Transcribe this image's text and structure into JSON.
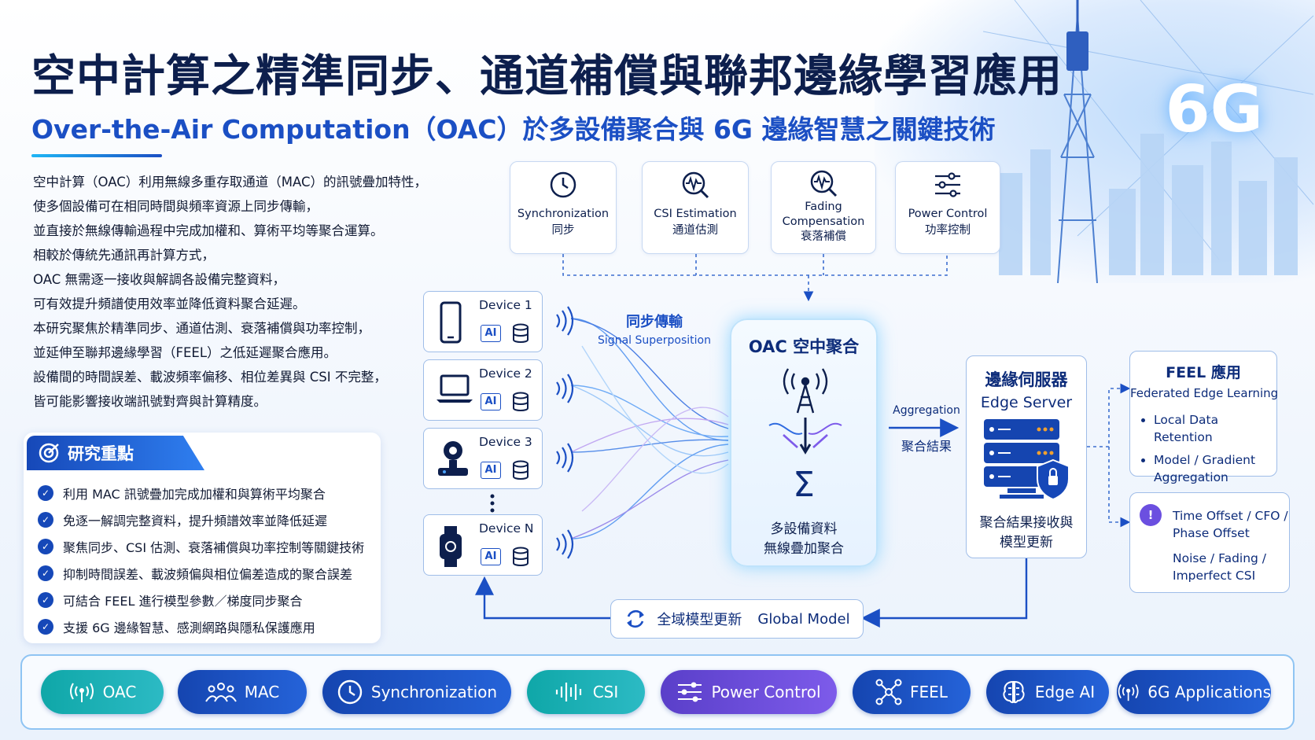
{
  "header": {
    "title": "空中計算之精準同步、通道補償與聯邦邊緣學習應用",
    "subtitle": "Over-the-Air Computation（OAC）於多設備聚合與 6G 邊緣智慧之關鍵技術",
    "badge_6g": "6G"
  },
  "intro": {
    "lines": [
      "空中計算（OAC）利用無線多重存取通道（MAC）的訊號疊加特性，",
      "使多個設備可在相同時間與頻率資源上同步傳輸，",
      "並直接於無線傳輸過程中完成加權和、算術平均等聚合運算。",
      "相較於傳統先通訊再計算方式，",
      "OAC 無需逐一接收與解調各設備完整資料，",
      "可有效提升頻譜使用效率並降低資料聚合延遲。",
      "本研究聚焦於精準同步、通道估測、衰落補償與功率控制，",
      "並延伸至聯邦邊緣學習（FEEL）之低延遲聚合應用。",
      "設備間的時間誤差、載波頻率偏移、相位差異與 CSI 不完整，",
      "皆可能影響接收端訊號對齊與計算精度。"
    ]
  },
  "focus": {
    "title": "研究重點",
    "items": [
      "利用 MAC 訊號疊加完成加權和與算術平均聚合",
      "免逐一解調完整資料，提升頻譜效率並降低延遲",
      "聚焦同步、CSI 估測、衰落補償與功率控制等關鍵技術",
      "抑制時間誤差、載波頻偏與相位偏差造成的聚合誤差",
      "可結合 FEEL 進行模型參數／梯度同步聚合",
      "支援 6G 邊緣智慧、感測網路與隱私保護應用"
    ]
  },
  "techniques": [
    {
      "en": "Synchronization",
      "zh": "同步",
      "icon": "clock-icon"
    },
    {
      "en": "CSI Estimation",
      "zh": "通道估測",
      "icon": "waveform-search-icon"
    },
    {
      "en": "Fading",
      "en2": "Compensation",
      "zh": "衰落補償",
      "icon": "waveform-search-icon"
    },
    {
      "en": "Power Control",
      "zh": "功率控制",
      "icon": "sliders-icon"
    }
  ],
  "devices": [
    {
      "name": "Device 1",
      "icon": "smartphone-icon",
      "ai": "AI"
    },
    {
      "name": "Device 2",
      "icon": "laptop-icon",
      "ai": "AI"
    },
    {
      "name": "Device 3",
      "icon": "sensor-icon",
      "ai": "AI"
    },
    {
      "name": "Device N",
      "icon": "smartwatch-icon",
      "ai": "AI"
    }
  ],
  "signal": {
    "zh": "同步傳輸",
    "en": "Signal Superposition"
  },
  "oac": {
    "title": "OAC 空中聚合",
    "symbol": "Σ",
    "line1": "多設備資料",
    "line2": "無線疊加聚合"
  },
  "aggregation": {
    "en": "Aggregation",
    "zh": "聚合結果"
  },
  "edge": {
    "zh": "邊緣伺服器",
    "en": "Edge Server",
    "line1": "聚合結果接收與",
    "line2": "模型更新"
  },
  "feel": {
    "title": "FEEL 應用",
    "subtitle": "Federated Edge Learning",
    "item1": "Local Data Retention",
    "item2a": "Model / Gradient",
    "item2b": "Aggregation"
  },
  "issues": {
    "line1": "Time Offset / CFO /",
    "line2": "Phase Offset",
    "line3": "Noise / Fading /",
    "line4": "Imperfect CSI"
  },
  "global_model": {
    "zh": "全域模型更新",
    "en": "Global Model"
  },
  "tags": [
    {
      "label": "OAC",
      "icon": "antenna-icon"
    },
    {
      "label": "MAC",
      "icon": "users-icon"
    },
    {
      "label": "Synchronization",
      "icon": "clock-icon"
    },
    {
      "label": "CSI",
      "icon": "waveform-icon"
    },
    {
      "label": "Power Control",
      "icon": "sliders-icon"
    },
    {
      "label": "FEEL",
      "icon": "network-icon"
    },
    {
      "label": "Edge AI",
      "icon": "brain-icon"
    },
    {
      "label": "6G Applications",
      "icon": "antenna-icon"
    }
  ],
  "colors": {
    "navy": "#0d1f4d",
    "brand_blue": "#1b4fc4",
    "teal": "#0fa7a8",
    "purple": "#5a3fc9"
  }
}
